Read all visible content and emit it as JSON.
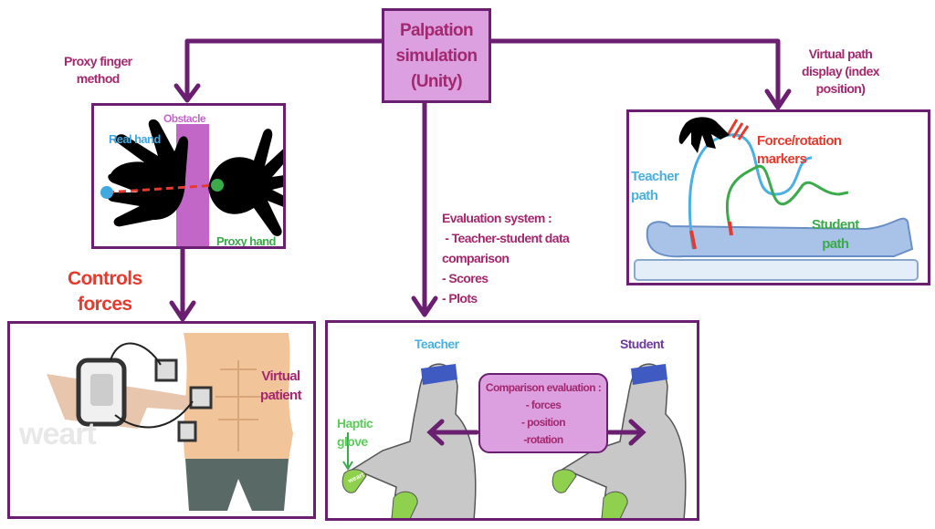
{
  "main_node": {
    "title_lines": [
      "Palpation",
      "simulation",
      "(Unity)"
    ]
  },
  "left_branch": {
    "label_lines": [
      "Proxy finger",
      "method"
    ],
    "panel": {
      "obstacle": "Obstacle",
      "real_hand": "Real hand",
      "proxy_hand": "Proxy hand"
    },
    "controls_label_lines": [
      "Controls",
      "forces"
    ],
    "bottom_panel": {
      "virtual_patient_lines": [
        "Virtual",
        "patient"
      ],
      "logo": "weart"
    }
  },
  "right_branch": {
    "label_lines": [
      "Virtual path",
      "display (index",
      "position)"
    ],
    "panel": {
      "markers_lines": [
        "Force/rotation",
        "markers"
      ],
      "teacher_path_lines": [
        "Teacher",
        "path"
      ],
      "student_path_lines": [
        "Student",
        "path"
      ]
    }
  },
  "center_branch": {
    "label_lines": [
      "Evaluation system :",
      " - Teacher-student data",
      "comparison",
      "- Scores",
      "- Plots"
    ],
    "panel": {
      "teacher": "Teacher",
      "student": "Student",
      "haptic_glove_lines": [
        "Haptic",
        "glove"
      ],
      "glove_logo": "weart",
      "comparison_lines": [
        "Comparison evaluation :",
        "- forces",
        "- position",
        "-rotation"
      ]
    }
  },
  "colors": {
    "frame": "#6b1f70",
    "text": "#a3286e",
    "node_fill": "#dc9fe0",
    "real_hand": "#3fa9e0",
    "proxy_hand": "#3aaa4a",
    "obstacle": "#c266c8",
    "red": "#e53a2e",
    "teacher": "#4ab0e0",
    "student": "#6b3a9a",
    "glove": "#8fd14f"
  }
}
